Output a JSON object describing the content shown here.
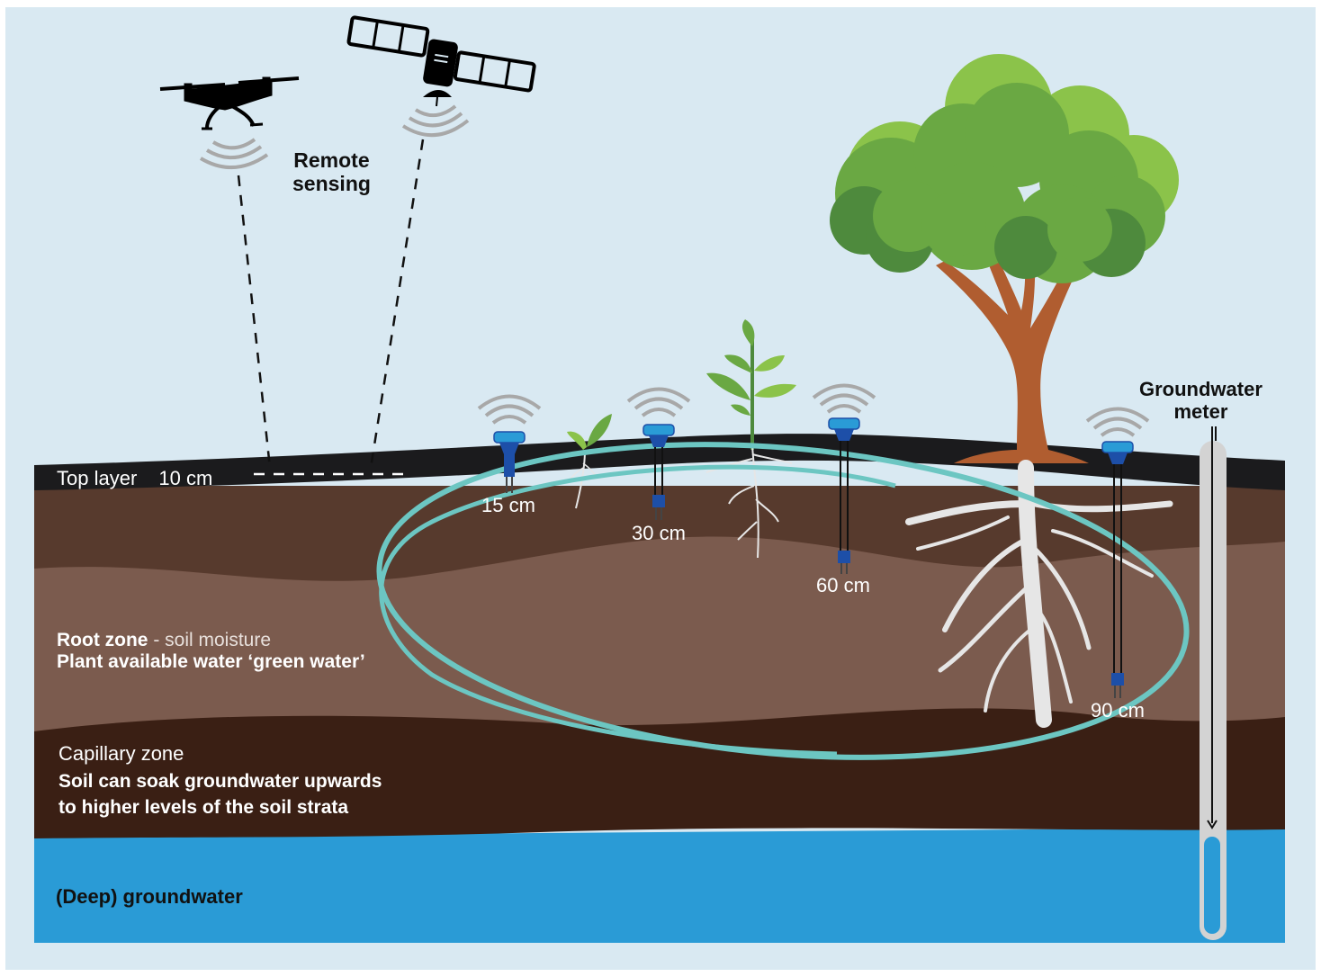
{
  "title": "Soil moisture and groundwater monitoring",
  "colors": {
    "sky": "#d9e9f2",
    "top_layer": "#1b1b1d",
    "upper_soil": "#573a2d",
    "root_zone": "#7b5b4e",
    "capillary_zone": "#3a1f14",
    "groundwater": "#2a9bd6",
    "highlight_ring": "#6cc6c2",
    "sensor_blue": "#2a9bd6",
    "sensor_dark": "#1d4fa8",
    "root_white": "#e6e6e6",
    "tree_trunk": "#b05d30",
    "leaf_light": "#8bc34a",
    "leaf_mid": "#6aa843",
    "leaf_dark": "#4e8a3d",
    "meter_tube": "#d3d3d3"
  },
  "remote_sensing": {
    "label_line1": "Remote",
    "label_line2": "sensing",
    "devices": [
      {
        "name": "drone",
        "icon": "drone-icon"
      },
      {
        "name": "satellite",
        "icon": "satellite-icon"
      }
    ]
  },
  "layers": {
    "top_layer": {
      "label": "Top layer",
      "depth": "10 cm"
    },
    "root_zone": {
      "title": "Root zone",
      "subtitle": "- soil moisture",
      "line2": "Plant available water ‘green water’"
    },
    "capillary_zone": {
      "title": "Capillary zone",
      "line2": "Soil can soak groundwater upwards",
      "line3": "to higher levels of the soil strata"
    },
    "groundwater": {
      "label": "(Deep) groundwater"
    }
  },
  "sensors": [
    {
      "depth": "15 cm",
      "icon": "soil-sensor-icon"
    },
    {
      "depth": "30 cm",
      "icon": "soil-sensor-icon"
    },
    {
      "depth": "60 cm",
      "icon": "soil-sensor-icon"
    },
    {
      "depth": "90 cm",
      "icon": "soil-sensor-icon"
    }
  ],
  "groundwater_meter": {
    "line1": "Groundwater",
    "line2": "meter"
  }
}
